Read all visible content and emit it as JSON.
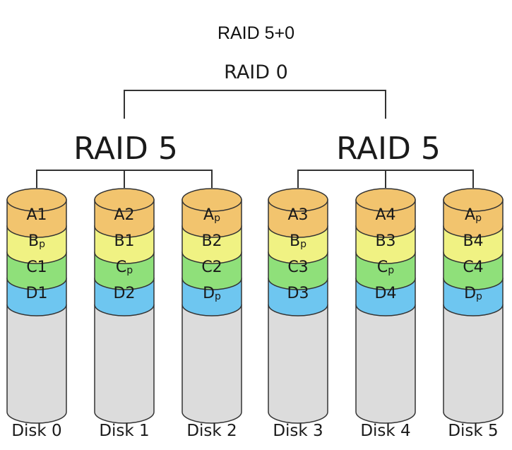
{
  "title": "RAID 5+0",
  "top_level": "RAID 0",
  "groups": [
    {
      "label": "RAID 5",
      "disks": [
        0,
        1,
        2
      ]
    },
    {
      "label": "RAID 5",
      "disks": [
        3,
        4,
        5
      ]
    }
  ],
  "disks": [
    {
      "name": "Disk 0",
      "blocks": [
        {
          "main": "A1",
          "sub": ""
        },
        {
          "main": "B",
          "sub": "p"
        },
        {
          "main": "C1",
          "sub": ""
        },
        {
          "main": "D1",
          "sub": ""
        }
      ]
    },
    {
      "name": "Disk 1",
      "blocks": [
        {
          "main": "A2",
          "sub": ""
        },
        {
          "main": "B1",
          "sub": ""
        },
        {
          "main": "C",
          "sub": "p"
        },
        {
          "main": "D2",
          "sub": ""
        }
      ]
    },
    {
      "name": "Disk 2",
      "blocks": [
        {
          "main": "A",
          "sub": "p"
        },
        {
          "main": "B2",
          "sub": ""
        },
        {
          "main": "C2",
          "sub": ""
        },
        {
          "main": "D",
          "sub": "p"
        }
      ]
    },
    {
      "name": "Disk 3",
      "blocks": [
        {
          "main": "A3",
          "sub": ""
        },
        {
          "main": "B",
          "sub": "p"
        },
        {
          "main": "C3",
          "sub": ""
        },
        {
          "main": "D3",
          "sub": ""
        }
      ]
    },
    {
      "name": "Disk 4",
      "blocks": [
        {
          "main": "A4",
          "sub": ""
        },
        {
          "main": "B3",
          "sub": ""
        },
        {
          "main": "C",
          "sub": "p"
        },
        {
          "main": "D4",
          "sub": ""
        }
      ]
    },
    {
      "name": "Disk 5",
      "blocks": [
        {
          "main": "A",
          "sub": "p"
        },
        {
          "main": "B4",
          "sub": ""
        },
        {
          "main": "C4",
          "sub": ""
        },
        {
          "main": "D",
          "sub": "p"
        }
      ]
    }
  ],
  "colors": {
    "stripe_a": "#f2c46e",
    "stripe_b": "#f0f283",
    "stripe_c": "#8fe07a",
    "stripe_d": "#6ec6f0",
    "empty": "#dcdcdc",
    "stroke": "#333333"
  }
}
